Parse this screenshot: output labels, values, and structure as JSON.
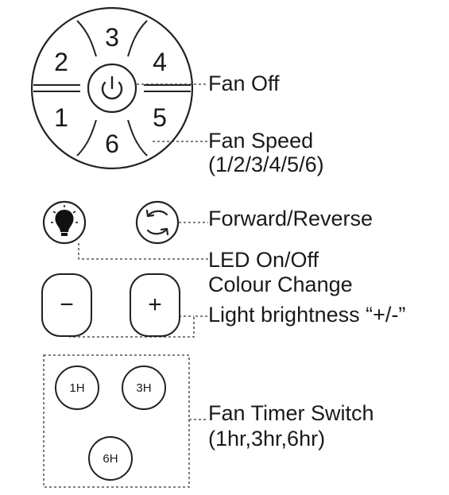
{
  "remote": {
    "speed_buttons": [
      {
        "label": "3",
        "speed": 3
      },
      {
        "label": "4",
        "speed": 4
      },
      {
        "label": "5",
        "speed": 5
      },
      {
        "label": "6",
        "speed": 6
      },
      {
        "label": "1",
        "speed": 1
      },
      {
        "label": "2",
        "speed": 2
      }
    ],
    "power_icon": "power-icon",
    "bulb_icon": "bulb-icon",
    "reverse_icon": "reverse-arrows-icon",
    "minus_label": "−",
    "plus_label": "+",
    "timer_buttons": [
      {
        "label": "1H"
      },
      {
        "label": "3H"
      },
      {
        "label": "6H"
      }
    ]
  },
  "callouts": {
    "fan_off": "Fan Off",
    "fan_speed": "Fan Speed",
    "fan_speed_values": "(1/2/3/4/5/6)",
    "forward_reverse": "Forward/Reverse",
    "led_on_off": "LED On/Off",
    "colour_change": "Colour Change",
    "brightness": "Light brightness “+/-”",
    "timer": "Fan Timer Switch",
    "timer_values": "(1hr,3hr,6hr)"
  },
  "colors": {
    "ink": "#1a1a1a",
    "background": "#ffffff"
  }
}
